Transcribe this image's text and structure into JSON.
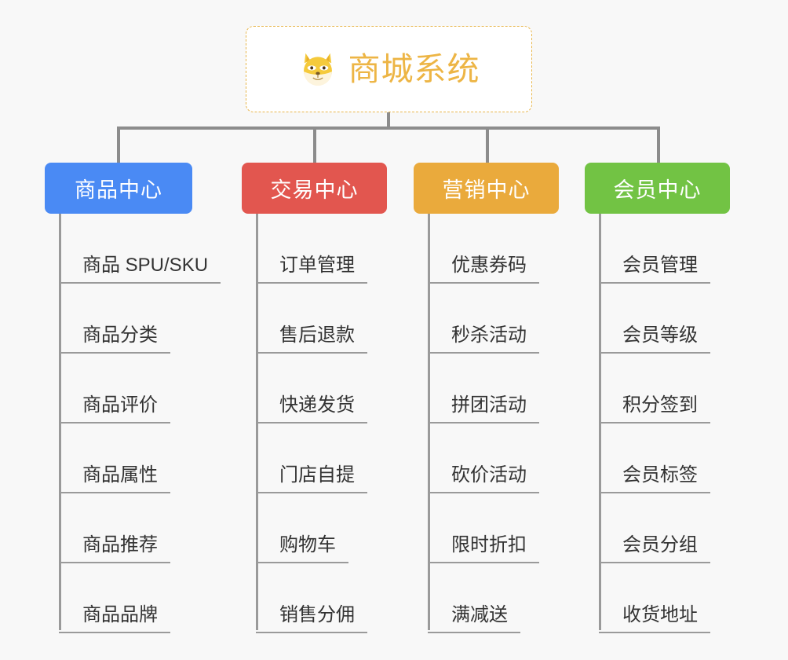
{
  "root": {
    "title": "商城系统",
    "icon": "shiba-dog-face-emoji",
    "border_color": "#e8b64c",
    "text_color": "#edb545",
    "background": "#ffffff"
  },
  "connector": {
    "color": "#8c8c8c",
    "trunk_color": "#9a9a9a"
  },
  "canvas": {
    "background": "#f8f8f8"
  },
  "columns": [
    {
      "label": "商品中心",
      "color": "#4a8af4",
      "items": [
        "商品 SPU/SKU",
        "商品分类",
        "商品评价",
        "商品属性",
        "商品推荐",
        "商品品牌"
      ]
    },
    {
      "label": "交易中心",
      "color": "#e2564f",
      "items": [
        "订单管理",
        "售后退款",
        "快递发货",
        "门店自提",
        "购物车",
        "销售分佣"
      ]
    },
    {
      "label": "营销中心",
      "color": "#eaaa3c",
      "items": [
        "优惠券码",
        "秒杀活动",
        "拼团活动",
        "砍价活动",
        "限时折扣",
        "满减送"
      ]
    },
    {
      "label": "会员中心",
      "color": "#72c344",
      "items": [
        "会员管理",
        "会员等级",
        "积分签到",
        "会员标签",
        "会员分组",
        "收货地址"
      ]
    }
  ]
}
